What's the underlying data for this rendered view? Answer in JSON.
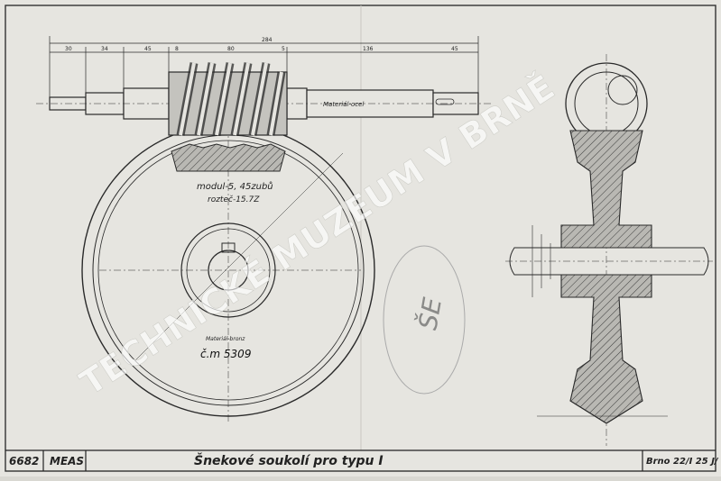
{
  "drawing": {
    "title": "Šnekové soukolí pro typu I",
    "number": "6682",
    "maker": "MEAS",
    "place_date": "Brno 22/I 25 J/",
    "watermark": "TECHNICKÉ MUZEUM V BRNĚ",
    "gear_text": {
      "spec_line1": "modul-5, 45zubů",
      "spec_line2": "rozteč-15.7Z",
      "material": "Materiál-bronz",
      "part_no": "č.m 5309"
    },
    "worm_material": "Materiál-ocel",
    "stamp": "ŠE",
    "dims": {
      "d30": "30",
      "d34": "34",
      "d45": "45",
      "d8": "8",
      "d80": "80",
      "d284": "284",
      "d136": "136",
      "d5": "5",
      "d45r": "45"
    }
  },
  "colors": {
    "paper": "#e6e5e0",
    "line": "#2a2a2a",
    "shade": "#9a9a96",
    "watermark": "#ffffff"
  }
}
